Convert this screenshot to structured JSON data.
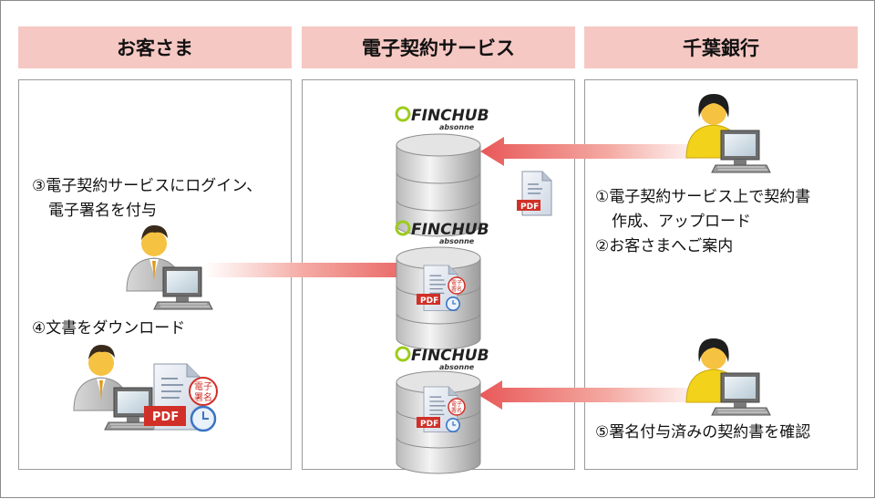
{
  "columns": {
    "customer": {
      "title": "お客さま"
    },
    "service": {
      "title": "電子契約サービス"
    },
    "bank": {
      "title": "千葉銀行"
    }
  },
  "steps": {
    "s3_line1": "③電子契約サービスにログイン、",
    "s3_line2": "電子署名を付与",
    "s4": "④文書をダウンロード",
    "s1_line1": "①電子契約サービス上で契約書",
    "s1_line2": "作成、アップロード",
    "s2": "②お客さまへご案内",
    "s5": "⑤署名付与済みの契約書を確認"
  },
  "logo": {
    "main": "FINCHUB",
    "sub": "absonne"
  },
  "doc": {
    "pdf_label": "PDF",
    "seal_chars": [
      "電",
      "子",
      "署",
      "名"
    ]
  },
  "colors": {
    "header_bg": "#f6c8c3",
    "arrow": "#e85858",
    "person_skin": "#f5c242",
    "logo_green": "#9ccc1c",
    "pdf_red": "#d03028"
  }
}
